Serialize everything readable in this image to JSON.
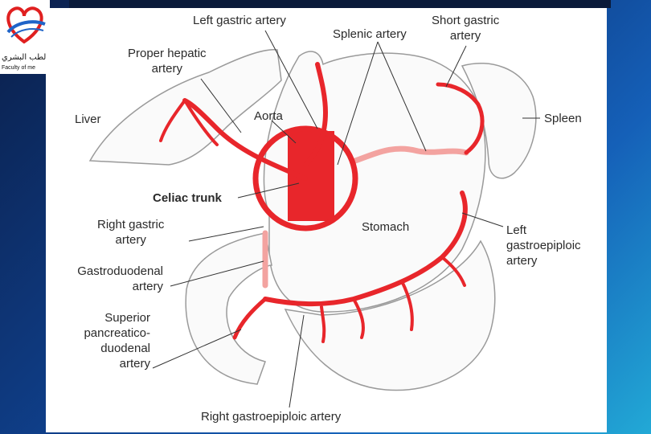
{
  "logo": {
    "arabic_text": "لطب البشري",
    "english_text": "Faculty of me"
  },
  "colors": {
    "artery": "#e8262b",
    "artery_light": "#f3a3a0",
    "organ_outline": "#9a9a9a",
    "logo_red": "#e02020",
    "logo_blue": "#1f64c8"
  },
  "labels": {
    "left_gastric_artery": "Left gastric artery",
    "short_gastric_line1": "Short gastric",
    "short_gastric_line2": "artery",
    "proper_hepatic_line1": "Proper hepatic",
    "proper_hepatic_line2": "artery",
    "splenic_artery": "Splenic artery",
    "liver": "Liver",
    "aorta": "Aorta",
    "spleen": "Spleen",
    "celiac_trunk": "Celiac trunk",
    "right_gastric_line1": "Right gastric",
    "right_gastric_line2": "artery",
    "stomach": "Stomach",
    "left_gastroepiploic_line1": "Left",
    "left_gastroepiploic_line2": "gastroepiploic",
    "left_gastroepiploic_line3": "artery",
    "gastroduodenal_line1": "Gastroduodenal",
    "gastroduodenal_line2": "artery",
    "sup_pancreatico_line1": "Superior",
    "sup_pancreatico_line2": "pancreatico-",
    "sup_pancreatico_line3": "duodenal",
    "sup_pancreatico_line4": "artery",
    "right_gastroepiploic_artery": "Right gastroepiploic artery"
  }
}
